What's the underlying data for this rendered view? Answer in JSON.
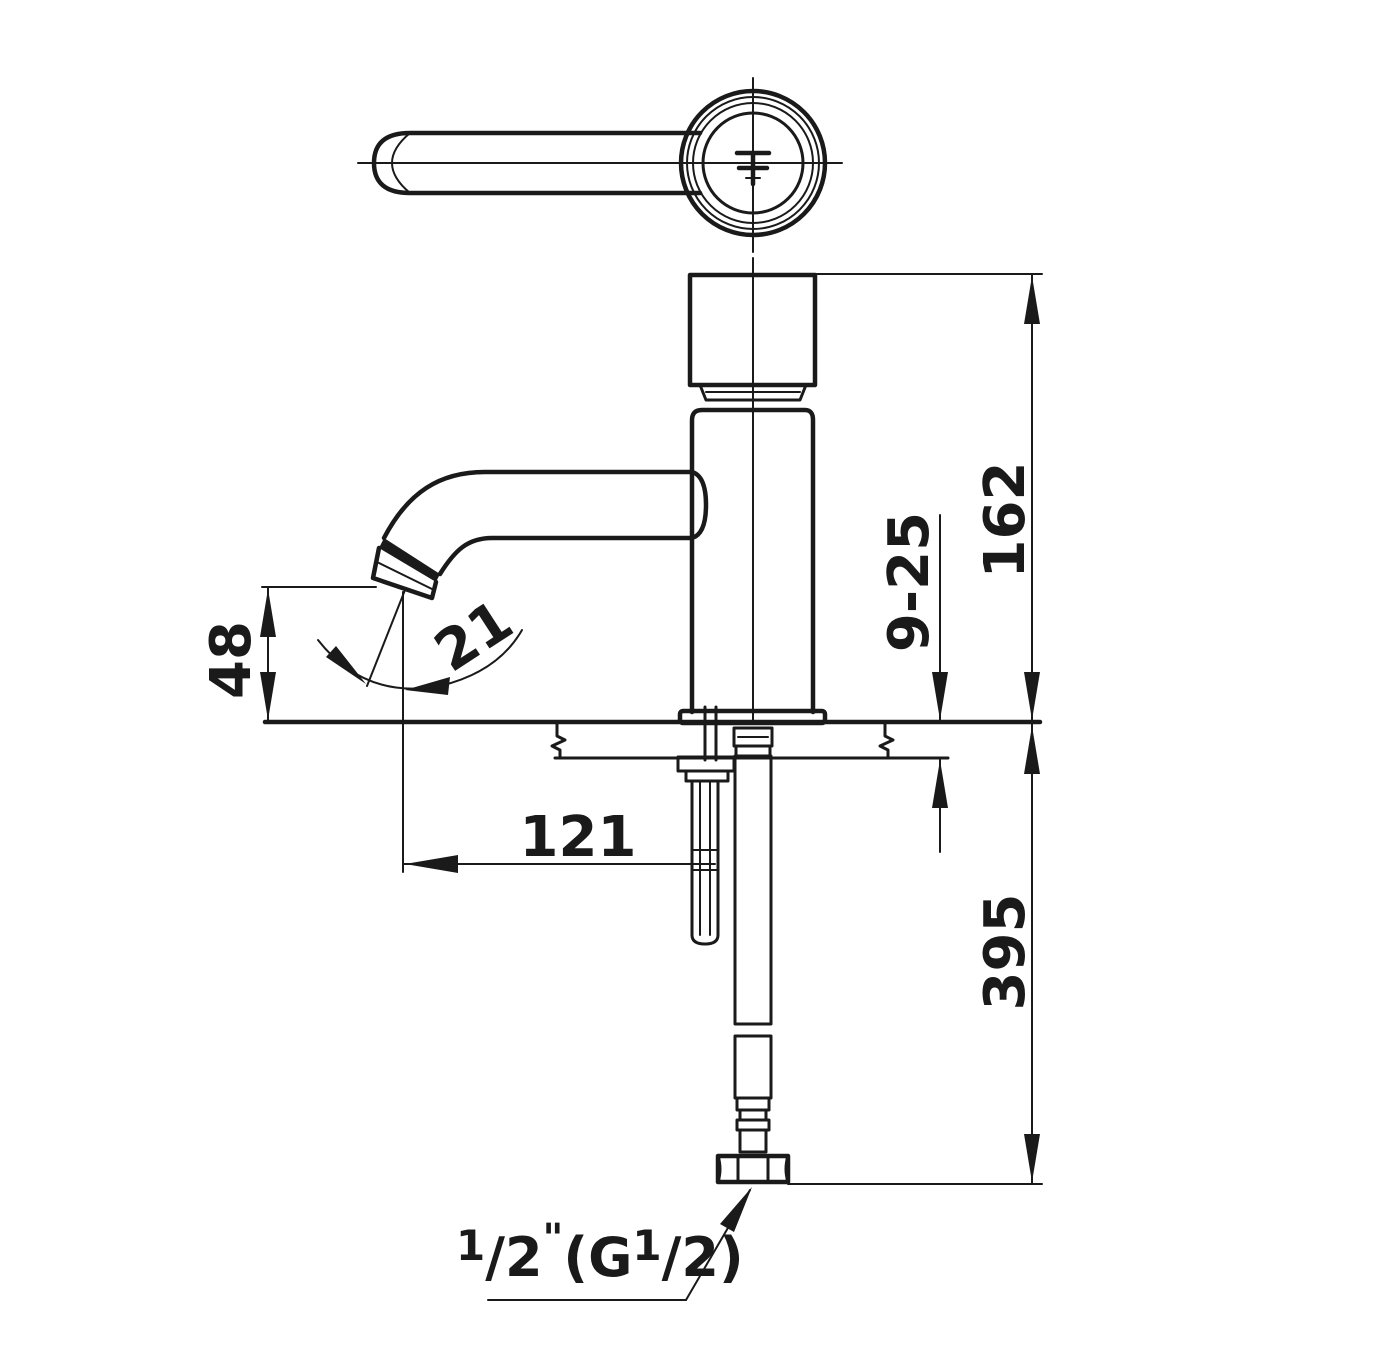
{
  "drawing": {
    "line_color": "#1a1a1a",
    "background": "#ffffff",
    "dimensions": {
      "total_height": "162",
      "deck_thickness": "9-25",
      "hose_length": "395",
      "spout_reach": "121",
      "spout_height": "48",
      "aerator_angle": "21"
    },
    "thread": {
      "whole": "1",
      "slash": "/",
      "half": "2",
      "inch_mark": "\"",
      "paren_open": "(G",
      "g_num": "1",
      "g_slash": "/",
      "g_den": "2",
      "paren_close": ")"
    }
  }
}
